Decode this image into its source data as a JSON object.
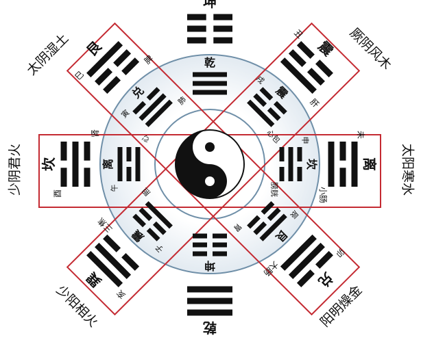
{
  "colors": {
    "frame": "#c42a32",
    "ring": "#6f8fa8",
    "ring_fill": "#e7eef4",
    "ink": "#111111"
  },
  "corners": {
    "top_left": "太阴湿土",
    "top_right": "厥阴风木",
    "left": "少阴君火",
    "right": "太阳寒水",
    "bottom_left": "少阳相火",
    "bottom_right": "阳明燥金"
  },
  "outer": {
    "top": {
      "name": "坤",
      "lines": [
        0,
        0,
        0
      ]
    },
    "bottom": {
      "name": "乾",
      "lines": [
        1,
        1,
        1
      ]
    },
    "top_left": {
      "name": "艮",
      "branch": "巳",
      "organ": "脾",
      "lines": [
        1,
        0,
        0
      ]
    },
    "top_right": {
      "name": "震",
      "branch": "丑",
      "organ": "肝",
      "lines": [
        0,
        0,
        1
      ]
    },
    "left": {
      "name": "坎",
      "branch": "酉",
      "organ": "肾",
      "lines": [
        0,
        1,
        0
      ]
    },
    "right": {
      "name": "离",
      "branch": "未",
      "organ": "小肠",
      "lines": [
        1,
        0,
        1
      ]
    },
    "bottom_left": {
      "name": "巽",
      "branch": "亥",
      "organ": "三焦",
      "lines": [
        1,
        1,
        0
      ]
    },
    "bottom_right": {
      "name": "兑",
      "branch": "卯",
      "organ": "大肠",
      "lines": [
        0,
        1,
        1
      ]
    }
  },
  "inner": {
    "top": {
      "name": "乾",
      "lines": [
        1,
        1,
        1
      ]
    },
    "bottom": {
      "name": "坤",
      "lines": [
        0,
        0,
        0
      ]
    },
    "top_left": {
      "name": "兑",
      "branch": "寅",
      "organ": "肺",
      "lines": [
        0,
        1,
        1
      ]
    },
    "top_right": {
      "name": "震",
      "branch": "戌",
      "organ": "心包",
      "lines": [
        0,
        0,
        1
      ]
    },
    "left": {
      "name": "离",
      "branch": "午",
      "organ": "心",
      "lines": [
        1,
        0,
        1
      ]
    },
    "right": {
      "name": "坎",
      "branch": "申",
      "organ": "膀胱",
      "lines": [
        0,
        1,
        0
      ]
    },
    "bottom_left": {
      "name": "震",
      "branch": "子",
      "organ": "胆",
      "lines": [
        0,
        0,
        1
      ]
    },
    "bottom_right": {
      "name": "艮",
      "branch": "辰",
      "organ": "胃",
      "lines": [
        1,
        0,
        0
      ]
    }
  }
}
